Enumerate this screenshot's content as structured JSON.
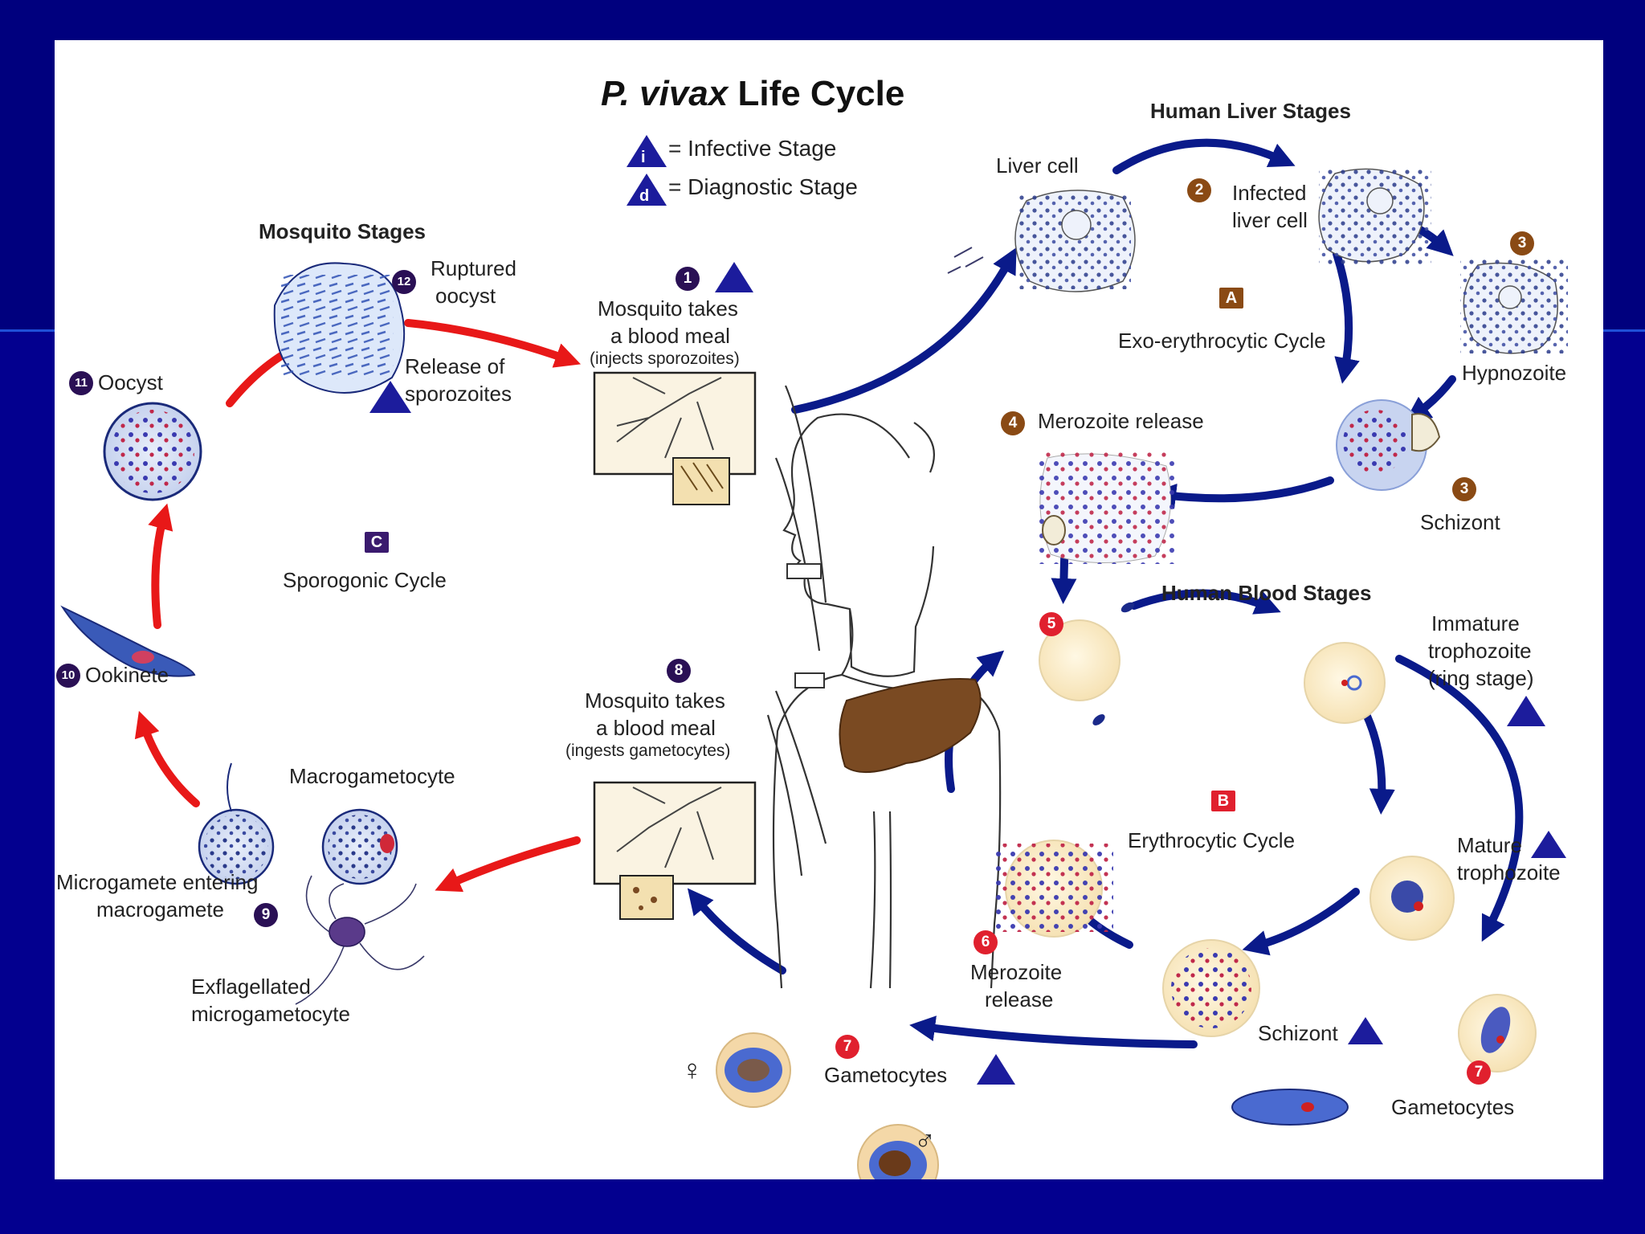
{
  "title": {
    "italic": "P. vivax",
    "rest": "Life Cycle"
  },
  "legend": {
    "infective": "= Infective Stage",
    "diagnostic": "= Diagnostic Stage",
    "infective_mark": "i",
    "diagnostic_mark": "d"
  },
  "sections": {
    "mosquito_stages": "Mosquito Stages",
    "human_liver_stages": "Human Liver Stages",
    "human_blood_stages": "Human Blood Stages"
  },
  "cycles": {
    "A": {
      "letter": "A",
      "label": "Exo-erythrocytic Cycle",
      "color": "#8a4a14"
    },
    "B": {
      "letter": "B",
      "label": "Erythrocytic Cycle",
      "color": "#e0202e"
    },
    "C": {
      "letter": "C",
      "label": "Sporogonic Cycle",
      "color": "#3a1a6e"
    }
  },
  "steps": {
    "s1": {
      "num": "1",
      "line1": "Mosquito takes",
      "line2": "a blood meal",
      "line3": "(injects sporozoites)"
    },
    "s2": {
      "num": "2",
      "line1": "Infected",
      "line2": "liver cell"
    },
    "s3a": {
      "num": "3",
      "label": "Hypnozoite"
    },
    "s3b": {
      "num": "3",
      "label": "Schizont"
    },
    "s4": {
      "num": "4",
      "label": "Merozoite release"
    },
    "s5": {
      "num": "5"
    },
    "s6": {
      "num": "6",
      "line1": "Merozoite",
      "line2": "release"
    },
    "s7a": {
      "num": "7",
      "label": "Gametocytes"
    },
    "s7b": {
      "num": "7",
      "label": "Gametocytes"
    },
    "s8": {
      "num": "8",
      "line1": "Mosquito takes",
      "line2": "a blood meal",
      "line3": "(ingests gametocytes)"
    },
    "s9": {
      "num": "9",
      "line1": "Microgamete entering",
      "line2": "macrogamete"
    },
    "s10": {
      "num": "10",
      "label": "Ookinete"
    },
    "s11": {
      "num": "11",
      "label": "Oocyst"
    },
    "s12": {
      "num": "12",
      "line1": "Ruptured",
      "line2": "oocyst"
    }
  },
  "labels": {
    "liver_cell": "Liver cell",
    "release_sporozoites_1": "Release of",
    "release_sporozoites_2": "sporozoites",
    "immature_1": "Immature",
    "immature_2": "trophozoite",
    "immature_3": "(ring stage)",
    "mature_1": "Mature",
    "mature_2": "trophozoite",
    "blood_schizont": "Schizont",
    "macrogametocyte": "Macrogametocyte",
    "exflag_1": "Exflagellated",
    "exflag_2": "microgametocyte",
    "female": "♀",
    "male": "♂"
  },
  "colors": {
    "background": "#00007a",
    "mosquito_arrow": "#e81818",
    "human_arrow": "#0a1a8a",
    "step_mosquito": "#2a1055",
    "step_liver": "#8a4a14",
    "step_blood": "#e0202e",
    "marker": "#1c1c9c",
    "liver_organ": "#7a4a22"
  }
}
